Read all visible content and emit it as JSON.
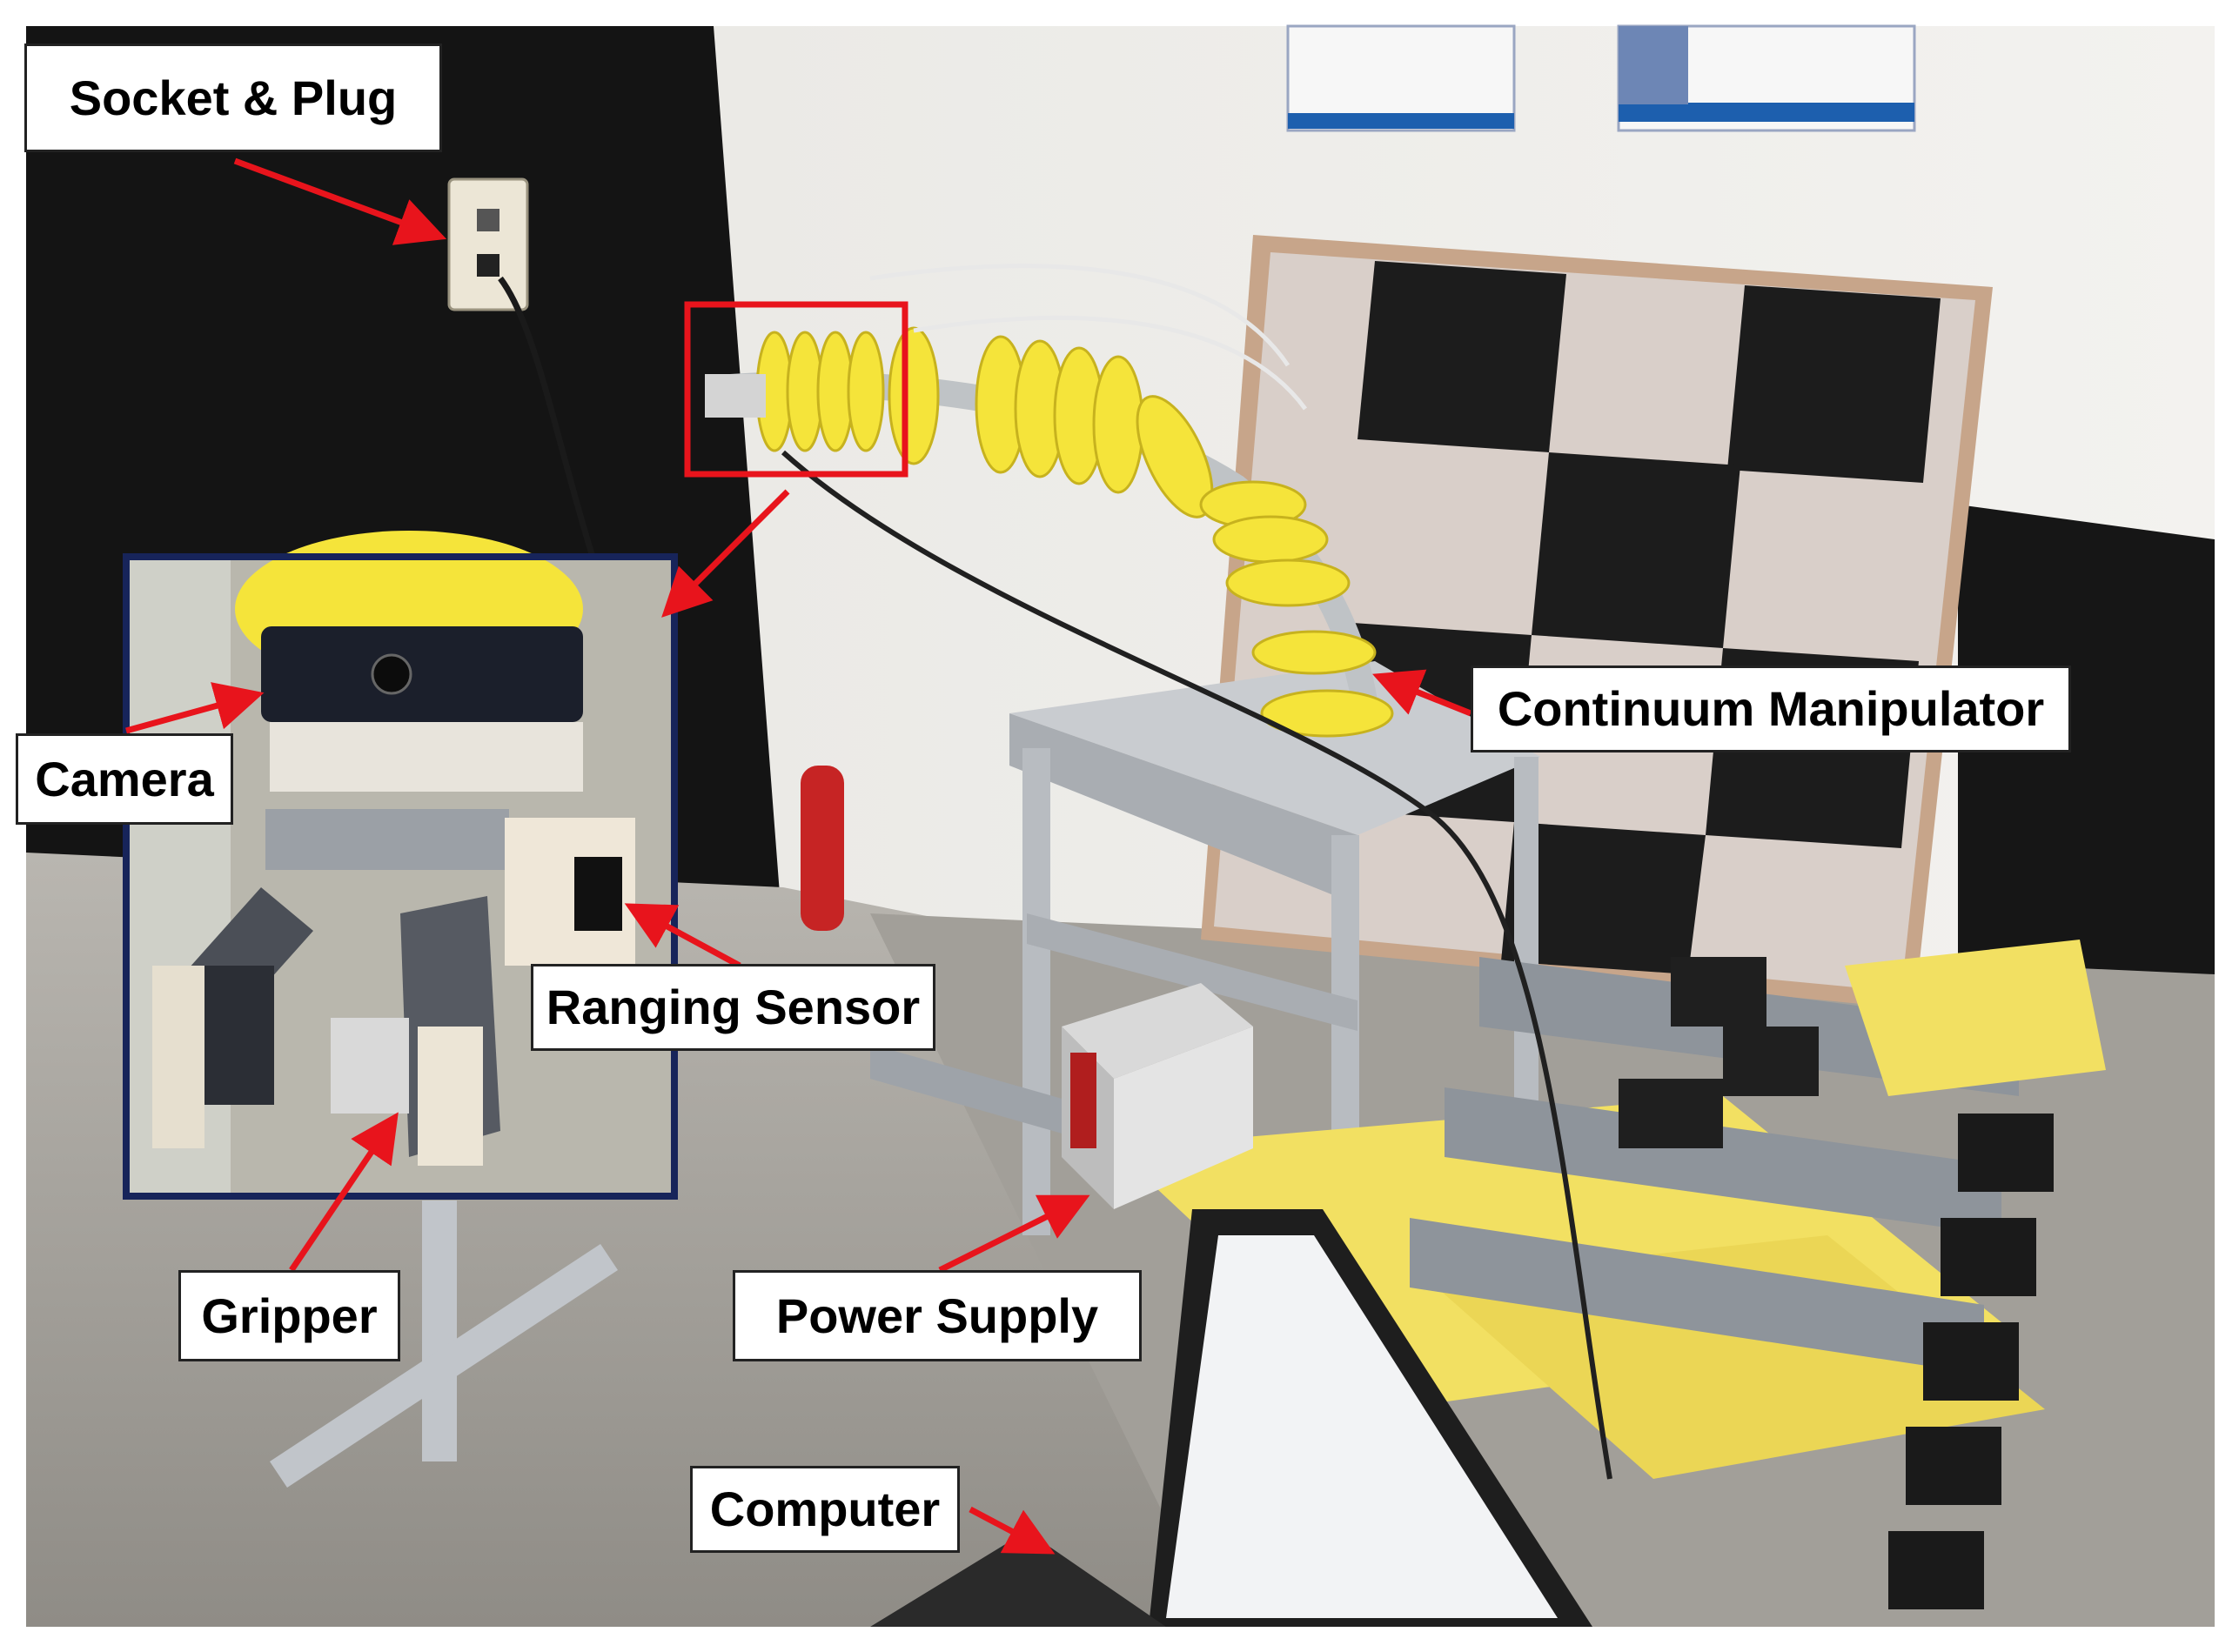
{
  "labels": {
    "socket_plug": "Socket & Plug",
    "camera": "Camera",
    "ranging_sensor": "Ranging Sensor",
    "gripper": "Gripper",
    "continuum_manipulator": "Continuum Manipulator",
    "power_supply": "Power Supply",
    "computer": "Computer"
  },
  "colors": {
    "annotation_arrow": "#e8141c",
    "highlight_box": "#e8141c",
    "inset_border": "#17245a",
    "manipulator_disk": "#f5e43a",
    "checkerboard_dark": "#1c1c1c",
    "checkerboard_light": "#d9cfc9"
  }
}
